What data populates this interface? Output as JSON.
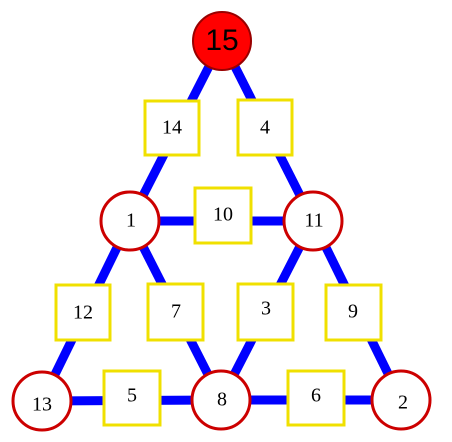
{
  "colors": {
    "edge": "#0000ff",
    "circle_fill": "#ffffff",
    "circle_stroke": "#cc0000",
    "top_circle_fill": "#ff0000",
    "top_circle_stroke": "#990000",
    "square_fill": "#ffffff",
    "square_stroke": "#f0e000",
    "text": "#000000"
  },
  "circles": {
    "top": "15",
    "mid_left": "1",
    "mid_right": "11",
    "bottom_left": "13",
    "bottom_middle": "8",
    "bottom_right": "2"
  },
  "squares": {
    "left_upper": "14",
    "right_upper": "4",
    "middle_horizontal": "10",
    "left_lower": "12",
    "inner_left": "7",
    "inner_right": "3",
    "right_lower": "9",
    "bottom_left": "5",
    "bottom_right": "6"
  }
}
